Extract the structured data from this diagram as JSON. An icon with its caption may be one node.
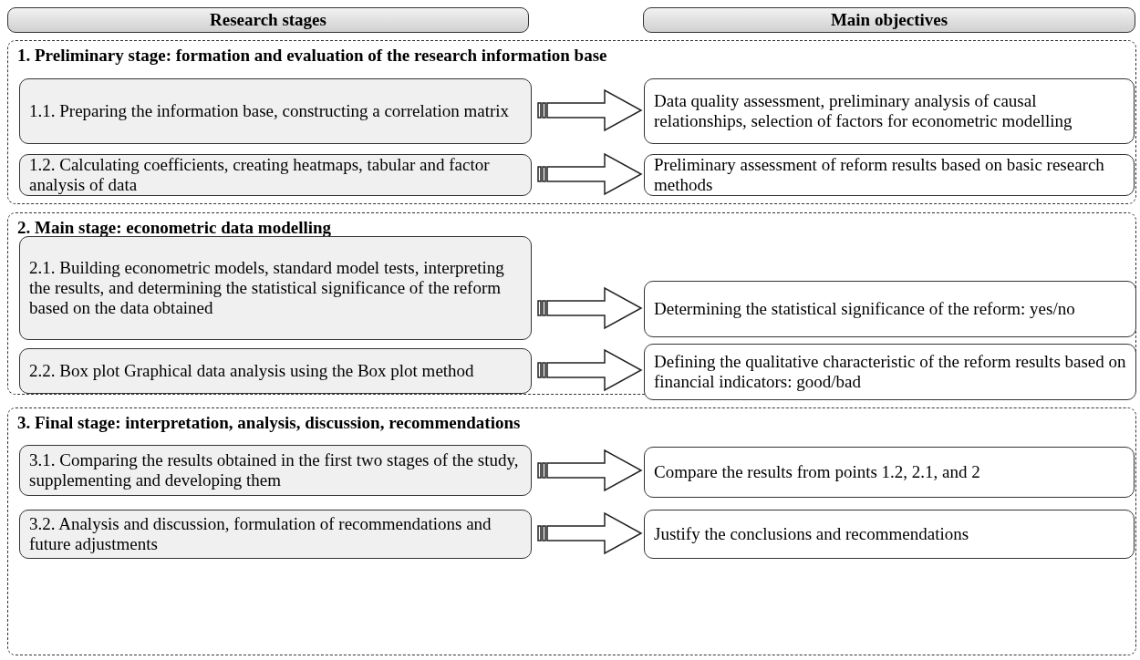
{
  "diagram": {
    "nodes": [
      {
        "text": [
          "Research stages"
        ]
      },
      {
        "text": [
          "Main objectives"
        ]
      },
      {
        "text": [
          "1. Preliminary stage: formation and evaluation of the research information base"
        ]
      },
      {
        "text": [
          "1.1. Preparing the information base, constructing a correlation matrix"
        ],
        "in": 2
      },
      {
        "text": [
          "Data quality assessment, preliminary analysis of causal relationships, selection of factors for econometric modelling"
        ],
        "in": 2
      },
      {
        "text": [
          "1.2. Calculating coefficients, creating heatmaps, tabular and factor analysis of data"
        ],
        "in": 2
      },
      {
        "text": [
          "Preliminary assessment of reform results based on basic research methods"
        ],
        "in": 2
      },
      {
        "text": [
          "2. Main stage: econometric data modelling"
        ]
      },
      {
        "text": [
          "2.1. Building econometric models, standard model tests, interpreting the results, and determining the statistical significance of the reform based on the data obtained"
        ],
        "in": 7
      },
      {
        "text": [
          "Determining the statistical significance of the reform: yes/no"
        ],
        "in": 7
      },
      {
        "text": [
          "2.2. Box plot Graphical data analysis using the Box plot method"
        ],
        "in": 7
      },
      {
        "text": [
          "Defining the qualitative characteristic of the reform results based on financial indicators: good/bad"
        ],
        "in": 7
      },
      {
        "text": [
          "3. Final stage: interpretation, analysis, discussion, recommendations"
        ]
      },
      {
        "text": [
          "3.1. Comparing the results obtained in the first two stages of the study, supplementing and developing them"
        ],
        "in": 12
      },
      {
        "text": [
          "Compare the results from points 1.2, 2.1, and 2"
        ],
        "in": 12
      },
      {
        "text": [
          "3.2. Analysis and discussion, formulation of recommendations and future adjustments"
        ],
        "in": 12
      },
      {
        "text": [
          "Justify the conclusions and recommendations"
        ],
        "in": 12
      }
    ],
    "edges": [
      {
        "from": 3,
        "to": 4,
        "arrow": "to"
      },
      {
        "from": 5,
        "to": 6,
        "arrow": "to"
      },
      {
        "from": 8,
        "to": 9,
        "arrow": "to"
      },
      {
        "from": 10,
        "to": 11,
        "arrow": "to"
      },
      {
        "from": 13,
        "to": 14,
        "arrow": "to"
      },
      {
        "from": 15,
        "to": 16,
        "arrow": "to"
      }
    ]
  }
}
